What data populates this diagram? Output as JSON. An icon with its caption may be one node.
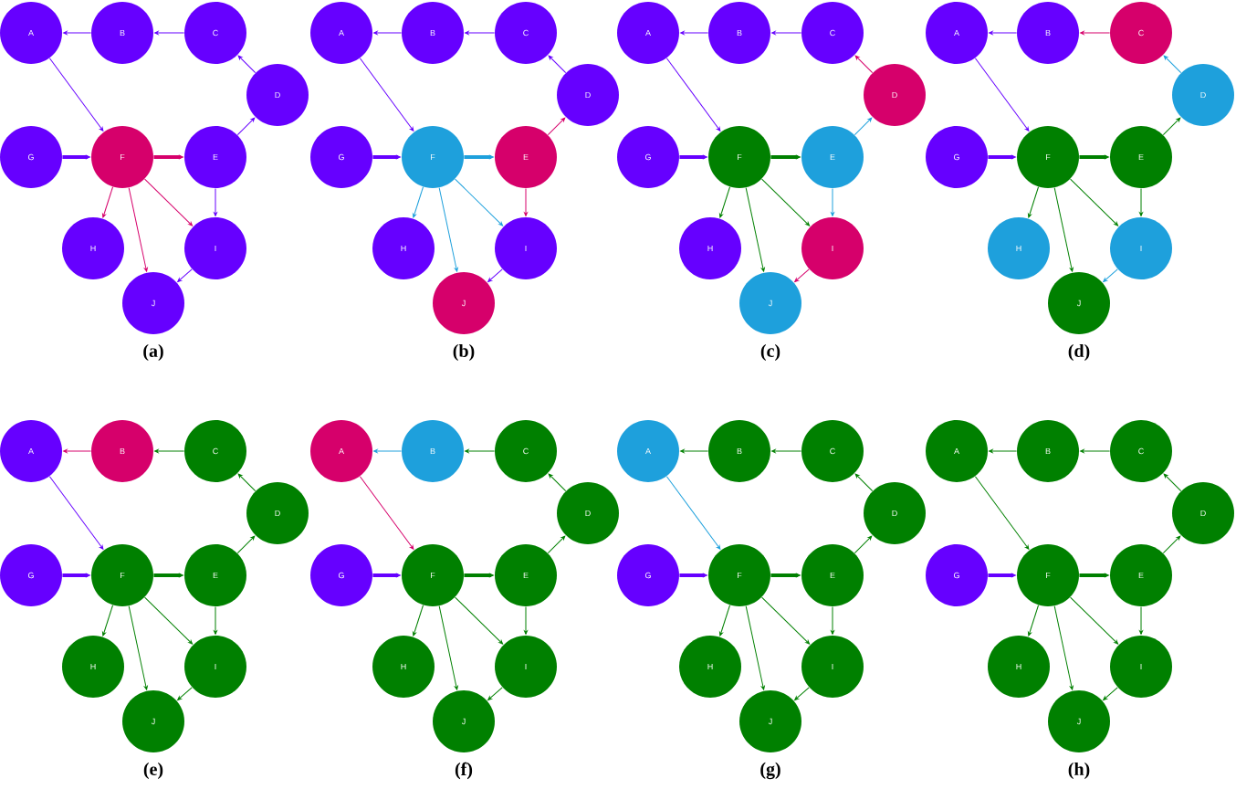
{
  "diagram": {
    "nodes": [
      {
        "text": [
          "A"
        ]
      },
      {
        "text": [
          "B"
        ]
      },
      {
        "text": [
          "C"
        ]
      },
      {
        "text": [
          "D"
        ]
      },
      {
        "text": [
          "E"
        ]
      },
      {
        "text": [
          "F"
        ]
      },
      {
        "text": [
          "G"
        ]
      },
      {
        "text": [
          "H"
        ]
      },
      {
        "text": [
          "I"
        ]
      },
      {
        "text": [
          "J"
        ]
      },
      {
        "text": [
          "A"
        ]
      },
      {
        "text": [
          "B"
        ]
      },
      {
        "text": [
          "C"
        ]
      },
      {
        "text": [
          "D"
        ]
      },
      {
        "text": [
          "E"
        ]
      },
      {
        "text": [
          "F"
        ]
      },
      {
        "text": [
          "G"
        ]
      },
      {
        "text": [
          "H"
        ]
      },
      {
        "text": [
          "I"
        ]
      },
      {
        "text": [
          "J"
        ]
      },
      {
        "text": [
          "A"
        ]
      },
      {
        "text": [
          "B"
        ]
      },
      {
        "text": [
          "C"
        ]
      },
      {
        "text": [
          "D"
        ]
      },
      {
        "text": [
          "E"
        ]
      },
      {
        "text": [
          "F"
        ]
      },
      {
        "text": [
          "G"
        ]
      },
      {
        "text": [
          "H"
        ]
      },
      {
        "text": [
          "I"
        ]
      },
      {
        "text": [
          "J"
        ]
      },
      {
        "text": [
          "A"
        ]
      },
      {
        "text": [
          "B"
        ]
      },
      {
        "text": [
          "C"
        ]
      },
      {
        "text": [
          "D"
        ]
      },
      {
        "text": [
          "E"
        ]
      },
      {
        "text": [
          "F"
        ]
      },
      {
        "text": [
          "G"
        ]
      },
      {
        "text": [
          "H"
        ]
      },
      {
        "text": [
          "I"
        ]
      },
      {
        "text": [
          "J"
        ]
      },
      {
        "text": [
          "A"
        ]
      },
      {
        "text": [
          "B"
        ]
      },
      {
        "text": [
          "C"
        ]
      },
      {
        "text": [
          "D"
        ]
      },
      {
        "text": [
          "E"
        ]
      },
      {
        "text": [
          "F"
        ]
      },
      {
        "text": [
          "G"
        ]
      },
      {
        "text": [
          "H"
        ]
      },
      {
        "text": [
          "I"
        ]
      },
      {
        "text": [
          "J"
        ]
      },
      {
        "text": [
          "A"
        ]
      },
      {
        "text": [
          "B"
        ]
      },
      {
        "text": [
          "C"
        ]
      },
      {
        "text": [
          "D"
        ]
      },
      {
        "text": [
          "E"
        ]
      },
      {
        "text": [
          "F"
        ]
      },
      {
        "text": [
          "G"
        ]
      },
      {
        "text": [
          "H"
        ]
      },
      {
        "text": [
          "I"
        ]
      },
      {
        "text": [
          "J"
        ]
      },
      {
        "text": [
          "A"
        ]
      },
      {
        "text": [
          "B"
        ]
      },
      {
        "text": [
          "C"
        ]
      },
      {
        "text": [
          "D"
        ]
      },
      {
        "text": [
          "E"
        ]
      },
      {
        "text": [
          "F"
        ]
      },
      {
        "text": [
          "G"
        ]
      },
      {
        "text": [
          "H"
        ]
      },
      {
        "text": [
          "I"
        ]
      },
      {
        "text": [
          "J"
        ]
      },
      {
        "text": [
          "A"
        ]
      },
      {
        "text": [
          "B"
        ]
      },
      {
        "text": [
          "C"
        ]
      },
      {
        "text": [
          "D"
        ]
      },
      {
        "text": [
          "E"
        ]
      },
      {
        "text": [
          "F"
        ]
      },
      {
        "text": [
          "G"
        ]
      },
      {
        "text": [
          "H"
        ]
      },
      {
        "text": [
          "I"
        ]
      },
      {
        "text": [
          "J"
        ]
      }
    ],
    "edges": [
      {
        "from": 2,
        "to": 1,
        "arrow": "to",
        "color": "#6600ff"
      },
      {
        "from": 1,
        "to": 0,
        "arrow": "to",
        "color": "#6600ff"
      },
      {
        "from": 0,
        "to": 5,
        "arrow": "to",
        "color": "#6600ff"
      },
      {
        "from": 6,
        "to": 5,
        "arrow": "to",
        "style": "thick",
        "color": "#6600ff"
      },
      {
        "from": 5,
        "to": 4,
        "arrow": "to",
        "style": "thick",
        "color": "#d6006b"
      },
      {
        "from": 5,
        "to": 7,
        "arrow": "to",
        "color": "#d6006b"
      },
      {
        "from": 5,
        "to": 9,
        "arrow": "to",
        "color": "#d6006b"
      },
      {
        "from": 5,
        "to": 8,
        "arrow": "to",
        "color": "#d6006b"
      },
      {
        "from": 4,
        "to": 3,
        "arrow": "to",
        "color": "#6600ff"
      },
      {
        "from": 4,
        "to": 8,
        "arrow": "to",
        "color": "#6600ff"
      },
      {
        "from": 3,
        "to": 2,
        "arrow": "to",
        "color": "#6600ff"
      },
      {
        "from": 8,
        "to": 9,
        "arrow": "to",
        "color": "#6600ff"
      },
      {
        "from": 12,
        "to": 11,
        "arrow": "to",
        "color": "#6600ff"
      },
      {
        "from": 11,
        "to": 10,
        "arrow": "to",
        "color": "#6600ff"
      },
      {
        "from": 10,
        "to": 15,
        "arrow": "to",
        "color": "#6600ff"
      },
      {
        "from": 16,
        "to": 15,
        "arrow": "to",
        "style": "thick",
        "color": "#6600ff"
      },
      {
        "from": 15,
        "to": 14,
        "arrow": "to",
        "style": "thick",
        "color": "#1ea0dc"
      },
      {
        "from": 15,
        "to": 17,
        "arrow": "to",
        "color": "#1ea0dc"
      },
      {
        "from": 15,
        "to": 19,
        "arrow": "to",
        "color": "#1ea0dc"
      },
      {
        "from": 15,
        "to": 18,
        "arrow": "to",
        "color": "#1ea0dc"
      },
      {
        "from": 14,
        "to": 13,
        "arrow": "to",
        "color": "#d6006b"
      },
      {
        "from": 14,
        "to": 18,
        "arrow": "to",
        "color": "#d6006b"
      },
      {
        "from": 13,
        "to": 12,
        "arrow": "to",
        "color": "#6600ff"
      },
      {
        "from": 18,
        "to": 19,
        "arrow": "to",
        "color": "#6600ff"
      },
      {
        "from": 22,
        "to": 21,
        "arrow": "to",
        "color": "#6600ff"
      },
      {
        "from": 21,
        "to": 20,
        "arrow": "to",
        "color": "#6600ff"
      },
      {
        "from": 20,
        "to": 25,
        "arrow": "to",
        "color": "#6600ff"
      },
      {
        "from": 26,
        "to": 25,
        "arrow": "to",
        "style": "thick",
        "color": "#6600ff"
      },
      {
        "from": 25,
        "to": 24,
        "arrow": "to",
        "style": "thick",
        "color": "#008000"
      },
      {
        "from": 25,
        "to": 27,
        "arrow": "to",
        "color": "#008000"
      },
      {
        "from": 25,
        "to": 29,
        "arrow": "to",
        "color": "#008000"
      },
      {
        "from": 25,
        "to": 28,
        "arrow": "to",
        "color": "#008000"
      },
      {
        "from": 24,
        "to": 23,
        "arrow": "to",
        "color": "#1ea0dc"
      },
      {
        "from": 24,
        "to": 28,
        "arrow": "to",
        "color": "#1ea0dc"
      },
      {
        "from": 23,
        "to": 22,
        "arrow": "to",
        "color": "#d6006b"
      },
      {
        "from": 28,
        "to": 29,
        "arrow": "to",
        "color": "#d6006b"
      },
      {
        "from": 32,
        "to": 31,
        "arrow": "to",
        "color": "#d6006b"
      },
      {
        "from": 31,
        "to": 30,
        "arrow": "to",
        "color": "#6600ff"
      },
      {
        "from": 30,
        "to": 35,
        "arrow": "to",
        "color": "#6600ff"
      },
      {
        "from": 36,
        "to": 35,
        "arrow": "to",
        "style": "thick",
        "color": "#6600ff"
      },
      {
        "from": 35,
        "to": 34,
        "arrow": "to",
        "style": "thick",
        "color": "#008000"
      },
      {
        "from": 35,
        "to": 37,
        "arrow": "to",
        "color": "#008000"
      },
      {
        "from": 35,
        "to": 39,
        "arrow": "to",
        "color": "#008000"
      },
      {
        "from": 35,
        "to": 38,
        "arrow": "to",
        "color": "#008000"
      },
      {
        "from": 34,
        "to": 33,
        "arrow": "to",
        "color": "#008000"
      },
      {
        "from": 34,
        "to": 38,
        "arrow": "to",
        "color": "#008000"
      },
      {
        "from": 33,
        "to": 32,
        "arrow": "to",
        "color": "#1ea0dc"
      },
      {
        "from": 38,
        "to": 39,
        "arrow": "to",
        "color": "#1ea0dc"
      },
      {
        "from": 42,
        "to": 41,
        "arrow": "to",
        "color": "#008000"
      },
      {
        "from": 41,
        "to": 40,
        "arrow": "to",
        "color": "#d6006b"
      },
      {
        "from": 40,
        "to": 45,
        "arrow": "to",
        "color": "#6600ff"
      },
      {
        "from": 46,
        "to": 45,
        "arrow": "to",
        "style": "thick",
        "color": "#6600ff"
      },
      {
        "from": 45,
        "to": 44,
        "arrow": "to",
        "style": "thick",
        "color": "#008000"
      },
      {
        "from": 45,
        "to": 47,
        "arrow": "to",
        "color": "#008000"
      },
      {
        "from": 45,
        "to": 49,
        "arrow": "to",
        "color": "#008000"
      },
      {
        "from": 45,
        "to": 48,
        "arrow": "to",
        "color": "#008000"
      },
      {
        "from": 44,
        "to": 43,
        "arrow": "to",
        "color": "#008000"
      },
      {
        "from": 44,
        "to": 48,
        "arrow": "to",
        "color": "#008000"
      },
      {
        "from": 43,
        "to": 42,
        "arrow": "to",
        "color": "#008000"
      },
      {
        "from": 48,
        "to": 49,
        "arrow": "to",
        "color": "#008000"
      },
      {
        "from": 52,
        "to": 51,
        "arrow": "to",
        "color": "#008000"
      },
      {
        "from": 51,
        "to": 50,
        "arrow": "to",
        "color": "#1ea0dc"
      },
      {
        "from": 50,
        "to": 55,
        "arrow": "to",
        "color": "#d6006b"
      },
      {
        "from": 56,
        "to": 55,
        "arrow": "to",
        "style": "thick",
        "color": "#6600ff"
      },
      {
        "from": 55,
        "to": 54,
        "arrow": "to",
        "style": "thick",
        "color": "#008000"
      },
      {
        "from": 55,
        "to": 57,
        "arrow": "to",
        "color": "#008000"
      },
      {
        "from": 55,
        "to": 59,
        "arrow": "to",
        "color": "#008000"
      },
      {
        "from": 55,
        "to": 58,
        "arrow": "to",
        "color": "#008000"
      },
      {
        "from": 54,
        "to": 53,
        "arrow": "to",
        "color": "#008000"
      },
      {
        "from": 54,
        "to": 58,
        "arrow": "to",
        "color": "#008000"
      },
      {
        "from": 53,
        "to": 52,
        "arrow": "to",
        "color": "#008000"
      },
      {
        "from": 58,
        "to": 59,
        "arrow": "to",
        "color": "#008000"
      },
      {
        "from": 62,
        "to": 61,
        "arrow": "to",
        "color": "#008000"
      },
      {
        "from": 61,
        "to": 60,
        "arrow": "to",
        "color": "#008000"
      },
      {
        "from": 60,
        "to": 65,
        "arrow": "to",
        "color": "#1ea0dc"
      },
      {
        "from": 66,
        "to": 65,
        "arrow": "to",
        "style": "thick",
        "color": "#6600ff"
      },
      {
        "from": 65,
        "to": 64,
        "arrow": "to",
        "style": "thick",
        "color": "#008000"
      },
      {
        "from": 65,
        "to": 67,
        "arrow": "to",
        "color": "#008000"
      },
      {
        "from": 65,
        "to": 69,
        "arrow": "to",
        "color": "#008000"
      },
      {
        "from": 65,
        "to": 68,
        "arrow": "to",
        "color": "#008000"
      },
      {
        "from": 64,
        "to": 63,
        "arrow": "to",
        "color": "#008000"
      },
      {
        "from": 64,
        "to": 68,
        "arrow": "to",
        "color": "#008000"
      },
      {
        "from": 63,
        "to": 62,
        "arrow": "to",
        "color": "#008000"
      },
      {
        "from": 68,
        "to": 69,
        "arrow": "to",
        "color": "#008000"
      },
      {
        "from": 72,
        "to": 71,
        "arrow": "to",
        "color": "#008000"
      },
      {
        "from": 71,
        "to": 70,
        "arrow": "to",
        "color": "#008000"
      },
      {
        "from": 70,
        "to": 75,
        "arrow": "to",
        "color": "#008000"
      },
      {
        "from": 76,
        "to": 75,
        "arrow": "to",
        "style": "thick",
        "color": "#6600ff"
      },
      {
        "from": 75,
        "to": 74,
        "arrow": "to",
        "style": "thick",
        "color": "#008000"
      },
      {
        "from": 75,
        "to": 77,
        "arrow": "to",
        "color": "#008000"
      },
      {
        "from": 75,
        "to": 79,
        "arrow": "to",
        "color": "#008000"
      },
      {
        "from": 75,
        "to": 78,
        "arrow": "to",
        "color": "#008000"
      },
      {
        "from": 74,
        "to": 73,
        "arrow": "to",
        "color": "#008000"
      },
      {
        "from": 74,
        "to": 78,
        "arrow": "to",
        "color": "#008000"
      },
      {
        "from": 73,
        "to": 72,
        "arrow": "to",
        "color": "#008000"
      },
      {
        "from": 78,
        "to": 79,
        "arrow": "to",
        "color": "#008000"
      }
    ],
    "labels": [
      "(a)",
      "(b)",
      "(c)",
      "(d)",
      "(e)",
      "(f)",
      "(g)",
      "(h)"
    ]
  }
}
